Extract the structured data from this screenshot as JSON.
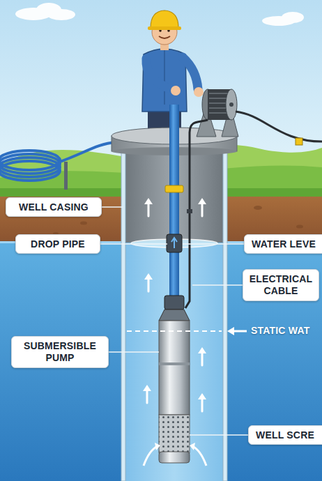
{
  "diagram": {
    "nodes": [
      {
        "text": [
          "WELL CASING"
        ]
      },
      {
        "text": [
          "DROP PIPE"
        ]
      },
      {
        "text": [
          "WATER LEVE"
        ]
      },
      {
        "text": [
          "ELECTRICAL CABLE"
        ]
      },
      {
        "text": [
          "SUBMERSIBLE PUMP"
        ]
      },
      {
        "text": [
          "WELL SCRE"
        ]
      }
    ],
    "edges": [],
    "labels": [
      "STATIC WAT"
    ]
  }
}
